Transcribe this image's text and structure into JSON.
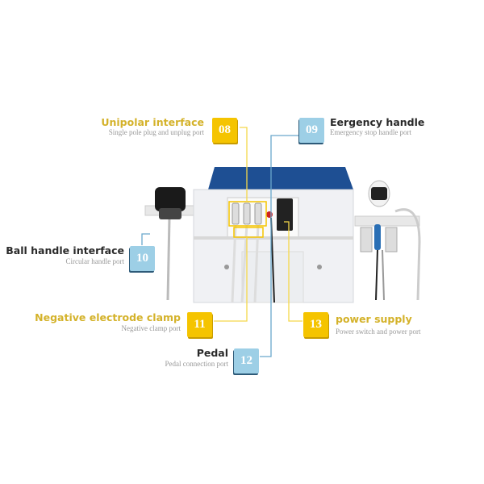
{
  "callouts": [
    {
      "number": "08",
      "title": "Unipolar interface",
      "subtitle": "Single pole plug and unplug port"
    },
    {
      "number": "09",
      "title": "Eergency handle",
      "subtitle": "Emergency stop handle port"
    },
    {
      "number": "10",
      "title": "Ball handle interface",
      "subtitle": "Circular handle port"
    },
    {
      "number": "11",
      "title": "Negative electrode clamp",
      "subtitle": "Negative clamp port"
    },
    {
      "number": "12",
      "title": "Pedal",
      "subtitle": "Pedal connection port"
    },
    {
      "number": "13",
      "title": "power supply",
      "subtitle": "Power switch and power port"
    }
  ],
  "colors": {
    "yellow": "#f5c400",
    "blue": "#9dcfe6",
    "machine_top": "#1e4f93"
  }
}
